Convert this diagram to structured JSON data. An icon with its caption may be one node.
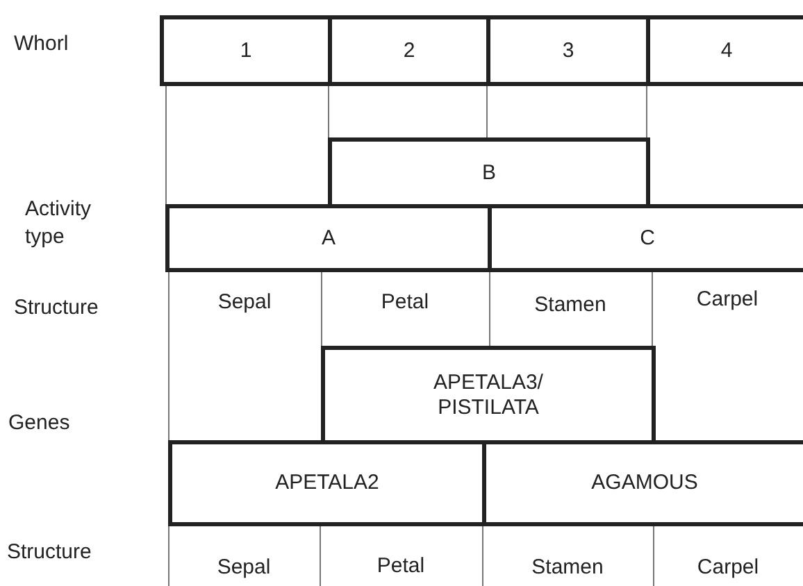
{
  "diagram": {
    "nodes": [
      {
        "text": [
          "1"
        ]
      },
      {
        "text": [
          "2"
        ]
      },
      {
        "text": [
          "3"
        ]
      },
      {
        "text": [
          "4"
        ]
      },
      {
        "text": [
          "B"
        ]
      },
      {
        "text": [
          "A"
        ]
      },
      {
        "text": [
          "C"
        ]
      },
      {
        "text": [
          "APETALA3/ PISTILATA"
        ]
      },
      {
        "text": [
          "APETALA2"
        ]
      },
      {
        "text": [
          "AGAMOUS"
        ]
      }
    ],
    "labels": [
      "Whorl",
      "Activity type",
      "Structure",
      "Sepal",
      "Petal",
      "Stamen",
      "Carpel",
      "Genes",
      "Structure",
      "Sepal",
      "Petal",
      "Stamen",
      "Carpel"
    ]
  }
}
